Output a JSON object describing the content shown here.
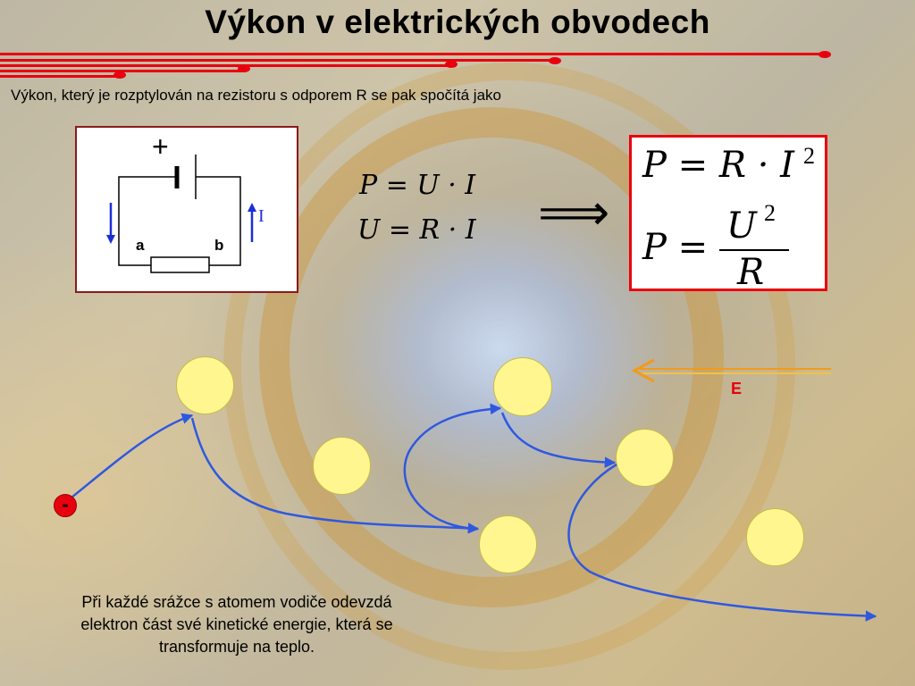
{
  "slide": {
    "title": "Výkon v elektrických obvodech",
    "intro": "Výkon, který je rozptylován na rezistoru s odporem R se pak spočítá jako",
    "caption": "Při každé srážce s atomem vodiče odevzdá elektron část své kinetické energie, která se transformuje na teplo."
  },
  "circuit": {
    "label_a": "a",
    "label_b": "b",
    "label_current": "I",
    "label_plus": "+"
  },
  "equations": {
    "eq1": "P = U · I",
    "eq2": "U = R · I",
    "implies": "⟹",
    "result1": "P = R · I",
    "result1_exp": "2",
    "result2_lhs": "P =",
    "result2_num": "U",
    "result2_num_exp": "2",
    "result2_den": "R"
  },
  "field": {
    "label": "E"
  },
  "electron": {
    "label": "-"
  },
  "colors": {
    "accent_red": "#e8000f",
    "atom_yellow": "#fff68f",
    "path_blue": "#2f58e0",
    "field_orange": "#f29a1a"
  }
}
